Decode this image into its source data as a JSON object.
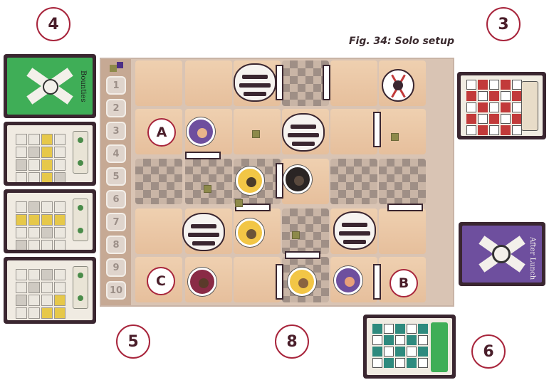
{
  "figure": {
    "title": "Fig. 34: Solo setup"
  },
  "callouts": {
    "four": "4",
    "three": "3",
    "five": "5",
    "eight": "8",
    "six": "6",
    "a": "A",
    "b": "B",
    "c": "C"
  },
  "score_track": [
    "1",
    "2",
    "3",
    "4",
    "5",
    "6",
    "7",
    "8",
    "9",
    "10"
  ],
  "cards": {
    "green_card_label": "Bounties",
    "purple_card_label": "After Lunch"
  },
  "colors": {
    "callout_border": "#a8253c",
    "callout_text": "#4a1e2a",
    "card_frame": "#3a2630",
    "green_card": "#3fae57",
    "purple_card": "#6e4f9e",
    "red_card_accent": "#c23a3a",
    "yellow_pattern": "#e6c84a",
    "board_base": "#d9c4b4"
  }
}
